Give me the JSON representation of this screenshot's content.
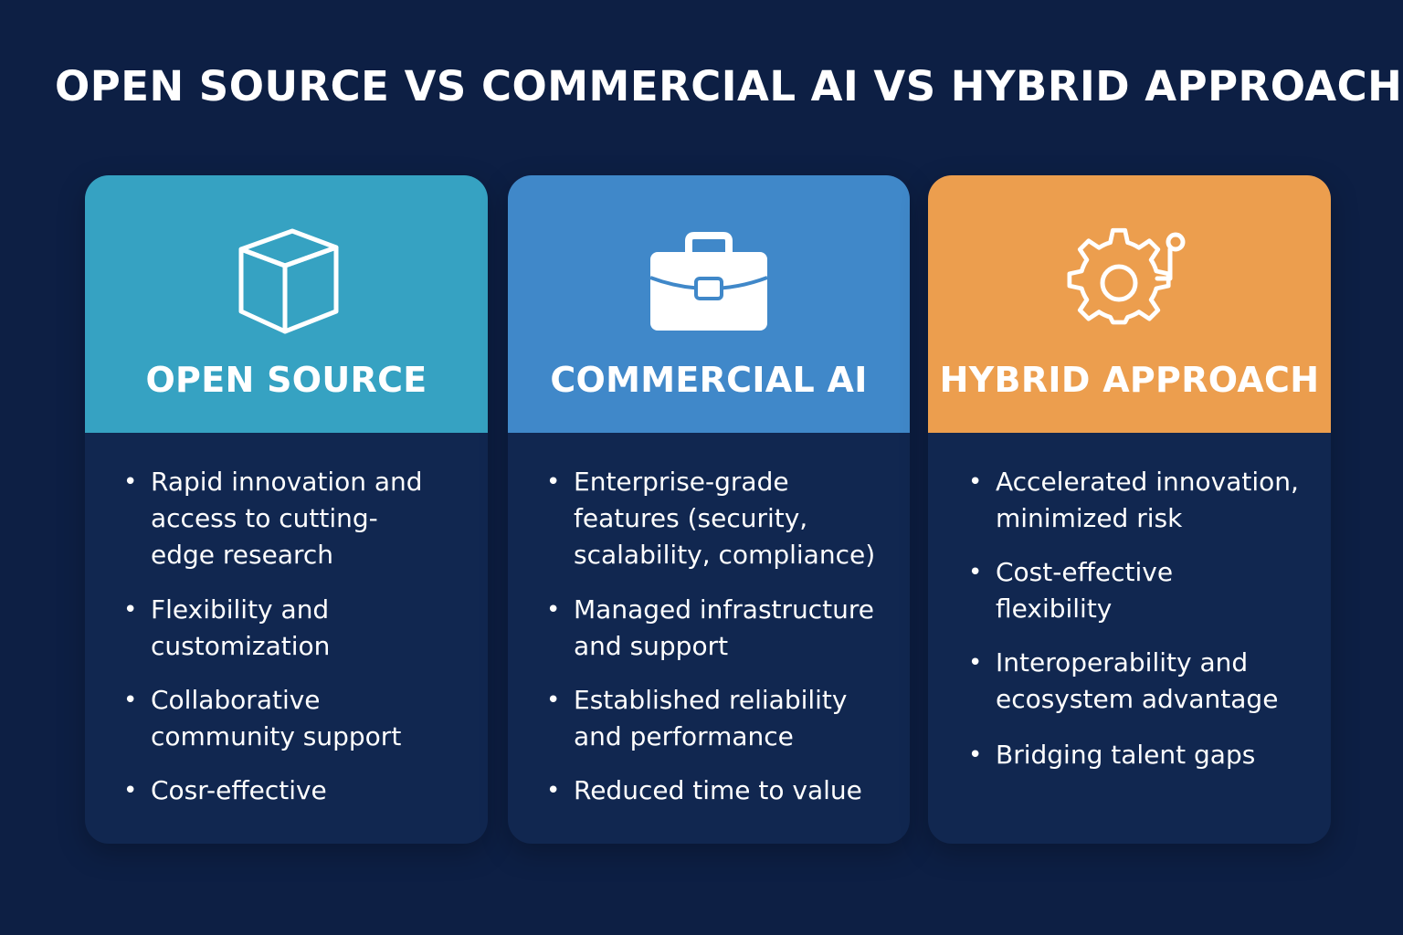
{
  "title": "OPEN SOURCE VS COMMERCIAL AI VS HYBRID APPROACH",
  "colors": {
    "background": "#0d1f44",
    "open_source": "#36a2c2",
    "commercial": "#4088c9",
    "hybrid": "#ec9e4e",
    "card_body": "#112750"
  },
  "columns": [
    {
      "icon": "cube-icon",
      "title": "OPEN SOURCE",
      "bullets": [
        "Rapid innovation and access to cutting-edge research",
        "Flexibility and customization",
        "Collaborative community support",
        "Cosr-effective"
      ]
    },
    {
      "icon": "briefcase-icon",
      "title": "COMMERCIAL AI",
      "bullets": [
        "Enterprise-grade features (security, scalability, compliance)",
        "Managed infrastructure and support",
        "Established reliability and performance",
        "Reduced time to value"
      ]
    },
    {
      "icon": "gear-icon",
      "title": "HYBRID APPROACH",
      "bullets": [
        "Accelerated innovation, minimized risk",
        "Cost-effective flexibility",
        "Interoperability and ecosystem advantage",
        "Bridging talent gaps"
      ]
    }
  ]
}
